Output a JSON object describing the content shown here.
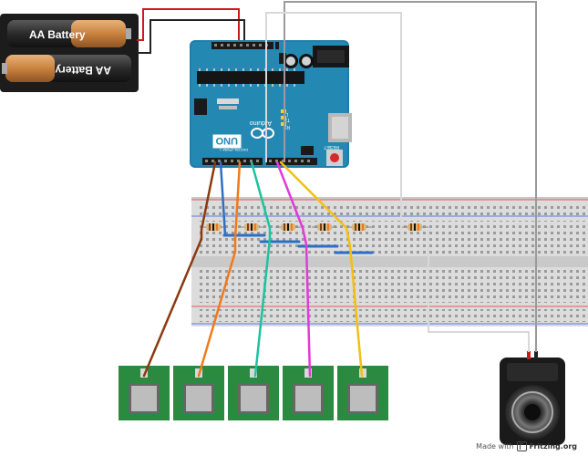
{
  "battery_pack": {
    "cells": [
      {
        "label": "AA Battery"
      },
      {
        "label": "AA Battery"
      }
    ]
  },
  "arduino": {
    "board_logo": "UNO",
    "brand": "Arduino",
    "labels": {
      "digital": "DIGITAL (PWM~)",
      "analog": "ANALOG IN",
      "power": "POWER",
      "reset": "RESET",
      "icsp": "ICSP",
      "tx": "TX",
      "rx": "RX",
      "l": "L",
      "on": "ON"
    }
  },
  "breadboard": {
    "resistor_count": 6
  },
  "sensors": {
    "count": 5,
    "type": "force-sensitive-resistor"
  },
  "wire_colors": {
    "battery_pos": "#cc1b1b",
    "battery_neg": "#222222",
    "brown": "#8a3a10",
    "blue": "#2d6fc4",
    "orange": "#f07a1c",
    "teal": "#1ec29e",
    "magenta": "#e23ad8",
    "yellow": "#f2c010",
    "gray": "#9a9a9a",
    "white": "#d8d8d8"
  },
  "watermark": {
    "prefix": "Made with",
    "brand": "Fritzing.org"
  }
}
